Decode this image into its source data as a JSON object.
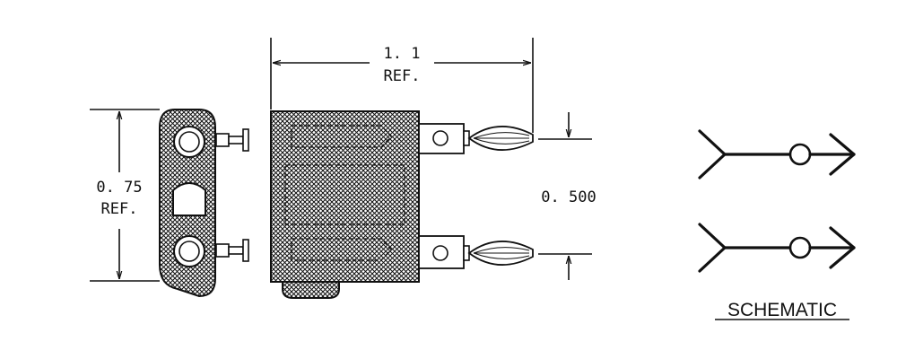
{
  "dimensions": {
    "width_value": "1. 1",
    "width_ref": "REF.",
    "height_value": "0. 75",
    "height_ref": "REF.",
    "spacing_value": "0. 500"
  },
  "schematic": {
    "label": "SCHEMATIC"
  },
  "colors": {
    "ink": "#111111",
    "background": "#ffffff"
  }
}
